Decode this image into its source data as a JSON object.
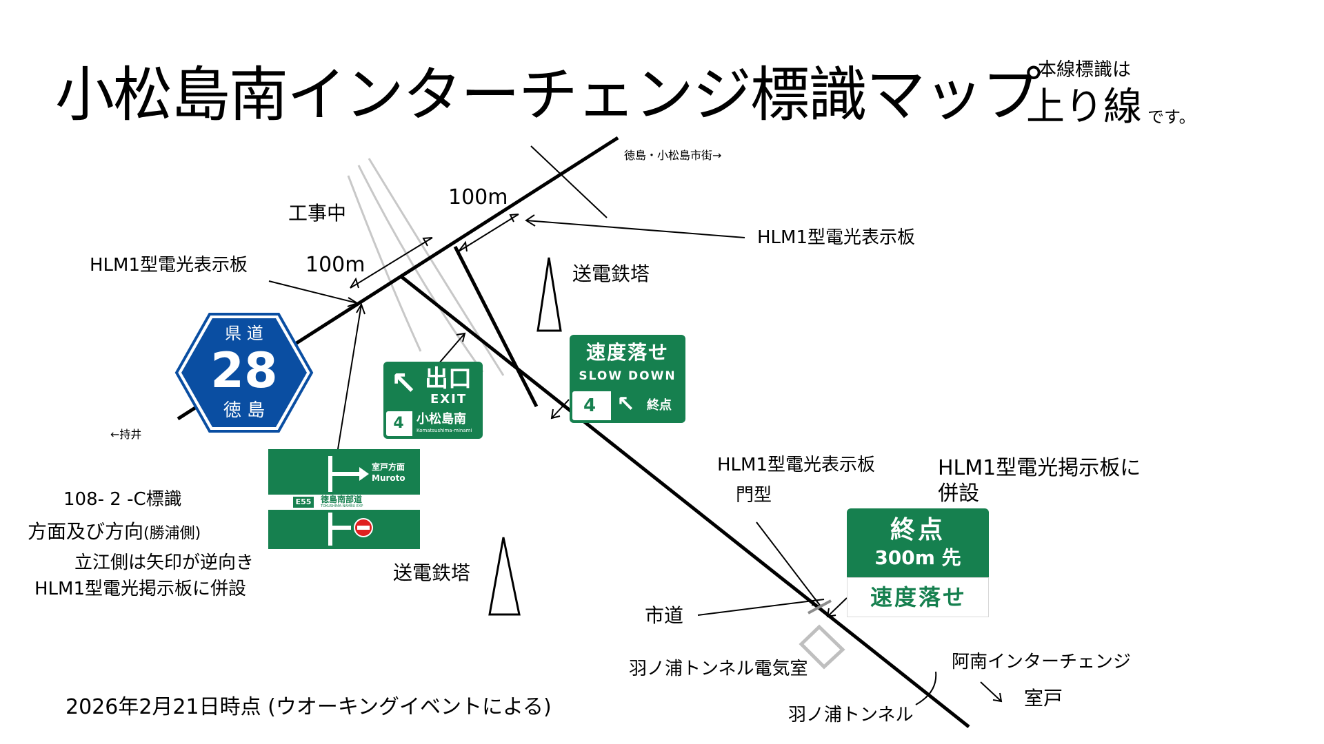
{
  "title": "小松島南インターチェンジ標識マップ",
  "note": {
    "small": "本線標識は",
    "big": "上り線",
    "tail": "です。"
  },
  "labels": {
    "construction": "工事中",
    "dist_upper": "100m",
    "dist_lower": "100m",
    "hlm_left": "HLM1型電光表示板",
    "hlm_right": "HLM1型電光表示板",
    "tower_upper": "送電鉄塔",
    "tower_lower": "送電鉄塔",
    "dir_tokushima": "徳島・小松島市街→",
    "dir_mochii": "←持井",
    "sign_108_a": "108- 2 -C標識",
    "sign_108_b": "方面及び方向",
    "sign_108_b_small": "(勝浦側)",
    "sign_108_c": "立江側は矢印が逆向き",
    "sign_108_d": "HLM1型電光掲示板に併設",
    "hlm_gate_a": "HLM1型電光表示板",
    "hlm_gate_b": "門型",
    "hlm_attach_a": "HLM1型電光掲示板に",
    "hlm_attach_b": "併設",
    "city_road": "市道",
    "hanoura_elec": "羽ノ浦トンネル電気室",
    "hanoura_tunnel": "羽ノ浦トンネル",
    "anan_ic": "阿南インターチェンジ",
    "muroto_dir": "室戸",
    "date_note": "2026年2月21日時点  (ウオーキングイベントによる)"
  },
  "route_shield": {
    "top": "県 道",
    "number": "28",
    "bottom": "徳 島",
    "color": "#0a4ea2"
  },
  "exit_sign": {
    "arrow": "↖",
    "jp": "出口",
    "en": "EXIT",
    "number": "4",
    "name_jp": "小松島南",
    "name_en": "Komatsushima-minami"
  },
  "slow_sign": {
    "jp": "速度落せ",
    "en": "SLOW DOWN",
    "number": "4",
    "arrow": "↖",
    "end": "終点"
  },
  "end_sign": {
    "jp": "終点",
    "distance": "300m 先",
    "slow": "速度落せ"
  },
  "dir_sign": {
    "place_jp": "室戸方面",
    "place_en": "Muroto",
    "route_badge": "E55",
    "route_jp": "徳島南部道",
    "route_en": "TOKUSHIMA-NAMBU EXP"
  },
  "colors": {
    "sign_green": "#16804f",
    "route_blue": "#0a4ea2"
  }
}
